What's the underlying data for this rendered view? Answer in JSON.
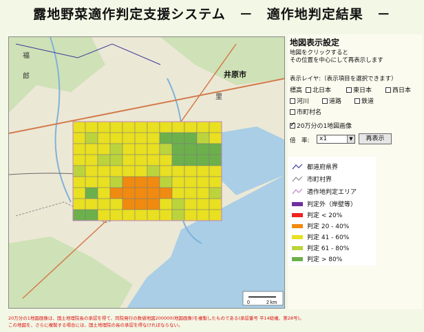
{
  "title": "露地野菜適作判定支援システム　－　適作地判定結果　－",
  "map": {
    "place_labels": [
      "井原市",
      "福",
      "郎",
      "里"
    ],
    "scale": {
      "zero": "0",
      "distance": "2 km"
    },
    "colors": {
      "water": "#a9cee6",
      "land": "#ece8d6",
      "forest": "#cfe1b6",
      "grid_line": "#888888"
    }
  },
  "panel": {
    "title": "地図表示設定",
    "hint_line1": "地図をクリックすると",
    "hint_line2": "その位置を中心にして再表示します",
    "layers_label": "表示レイヤ:（表示項目を選択できます）",
    "elevation_label": "標高",
    "layers": [
      {
        "label": "北日本",
        "checked": false
      },
      {
        "label": "東日本",
        "checked": false
      },
      {
        "label": "西日本",
        "checked": false
      },
      {
        "label": "河川",
        "checked": false
      },
      {
        "label": "道路",
        "checked": false
      },
      {
        "label": "鉄道",
        "checked": false
      },
      {
        "label": "市町村名",
        "checked": false
      },
      {
        "label": "20万分の1地図画像",
        "checked": true
      }
    ],
    "scale_label": "倍　率:",
    "scale_value": "x1",
    "redraw_button": "再表示"
  },
  "legend": {
    "lines": [
      {
        "label": "都道府県界",
        "color": "#3a3a9a"
      },
      {
        "label": "市町村界",
        "color": "#8a8a8a"
      },
      {
        "label": "適作地判定エリア",
        "color": "#c080c0"
      }
    ],
    "classes": [
      {
        "label": "判定外（岸壁等）",
        "color": "#6f2f9f"
      },
      {
        "label": "判定 < 20%",
        "color": "#ee2222"
      },
      {
        "label": "判定 20 - 40%",
        "color": "#f08a10"
      },
      {
        "label": "判定 41 - 60%",
        "color": "#e8e020"
      },
      {
        "label": "判定 61 - 80%",
        "color": "#bcd43c"
      },
      {
        "label": "判定 > 80%",
        "color": "#6cb04c"
      }
    ]
  },
  "footer": {
    "line1": "20万分の1地図画像は、国土地理院長の承認を得て、同院発行の数値地図200000(地図画像)を複製したものである(承認番号 平14総複、第28号)。",
    "line2": "この地図を、さらに複製する場合には、国土地理院の長の承認を得なければならない。"
  }
}
